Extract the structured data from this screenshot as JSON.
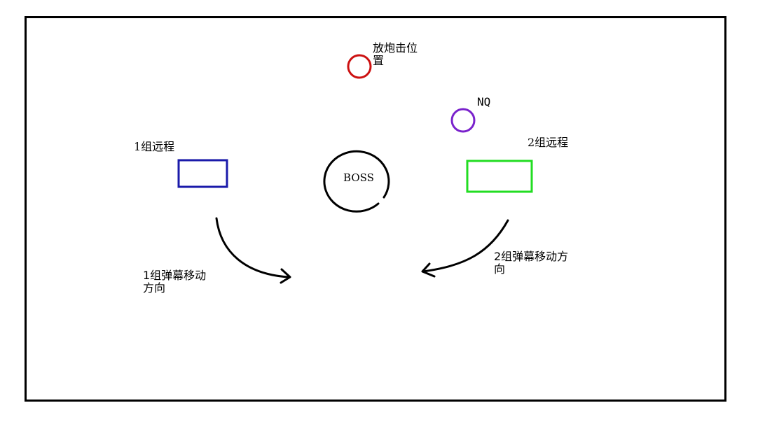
{
  "labels": {
    "cannon_position": "放炮击位\n置",
    "nq": "NQ",
    "group1_ranged": "1组远程",
    "group2_ranged": "2组远程",
    "boss": "BOSS",
    "group1_barrage_direction": "1组弹幕移动\n方向",
    "group2_barrage_direction": "2组弹幕移动方\n向"
  },
  "colors": {
    "cannon_marker": "#cc1111",
    "nq_marker": "#7a22cc",
    "group1_box": "#1a1aaa",
    "group2_box": "#22dd22",
    "boss_circle": "#000000",
    "arrows": "#000000",
    "frame": "#000000"
  }
}
